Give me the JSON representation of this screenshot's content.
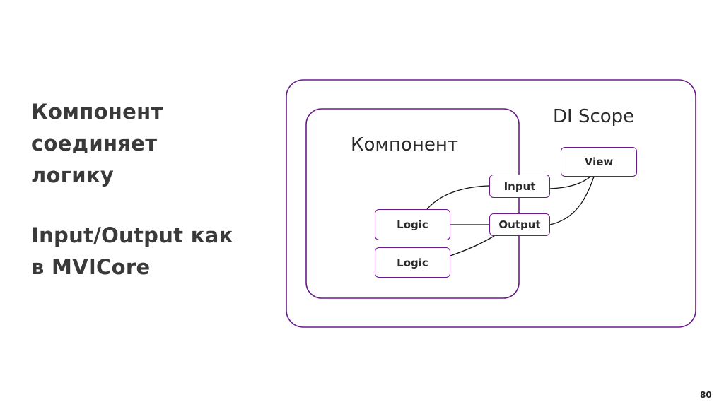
{
  "left_text": {
    "block1": [
      "Компонент",
      "соединяет",
      "логику"
    ],
    "block2": [
      "Input/Output как",
      "в MVICore"
    ]
  },
  "diagram": {
    "scope_label": "DI Scope",
    "component_label": "Компонент",
    "nodes": {
      "view": "View",
      "input": "Input",
      "output": "Output",
      "logic_top": "Logic",
      "logic_bottom": "Logic"
    },
    "colors": {
      "border": "#6a1a8c",
      "line": "#111111"
    }
  },
  "page_number": "80"
}
